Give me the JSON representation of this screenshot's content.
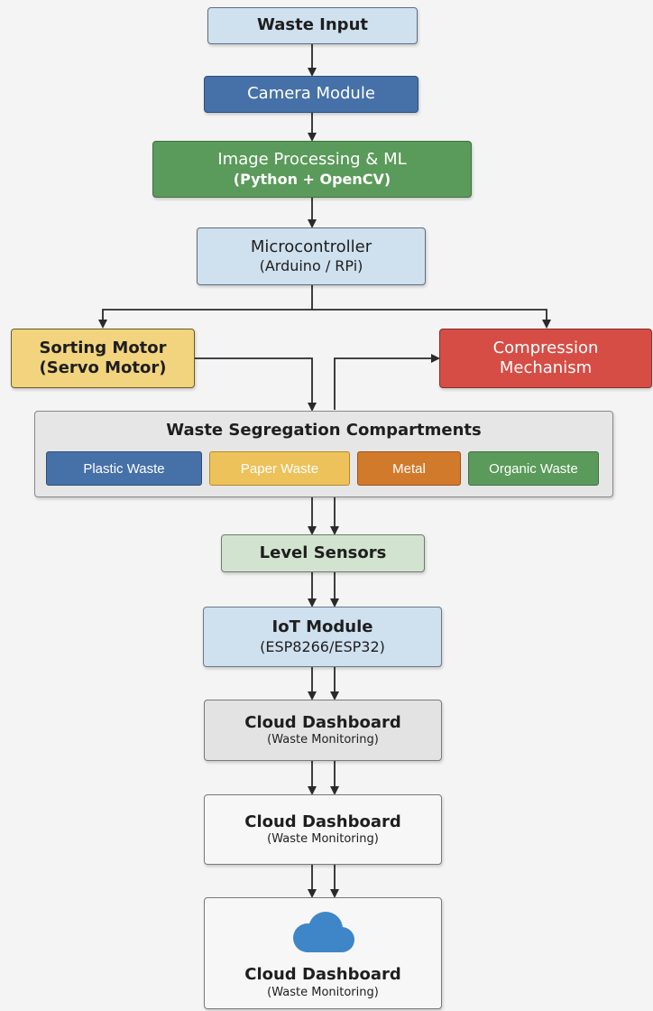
{
  "nodes": {
    "waste_input": {
      "title": "Waste Input"
    },
    "camera_module": {
      "title": "Camera Module"
    },
    "image_processing": {
      "title": "Image Processing & ML",
      "subtitle": "(Python + OpenCV)"
    },
    "microcontroller": {
      "title": "Microcontroller",
      "subtitle": "(Arduino / RPi)"
    },
    "sorting_motor": {
      "title": "Sorting Motor",
      "subtitle": "(Servo Motor)"
    },
    "compression": {
      "title": "Compression",
      "subtitle": "Mechanism"
    },
    "segregation": {
      "title": "Waste Segregation Compartments",
      "compartments": [
        "Plastic Waste",
        "Paper Waste",
        "Metal",
        "Organic Waste"
      ]
    },
    "level_sensors": {
      "title": "Level Sensors"
    },
    "iot_module": {
      "title": "IoT Module",
      "subtitle": "(ESP8266/ESP32)"
    },
    "cloud_dashboard_1": {
      "title": "Cloud Dashboard",
      "subtitle": "(Waste Monitoring)"
    },
    "cloud_dashboard_2": {
      "title": "Cloud Dashboard",
      "subtitle": "(Waste Monitoring)"
    },
    "cloud_dashboard_3": {
      "title": "Cloud Dashboard",
      "subtitle": "(Waste Monitoring)",
      "icon": "cloud-icon"
    }
  },
  "colors": {
    "light_blue": "#cfe0ef",
    "dark_blue": "#4671a8",
    "green": "#5a9a5a",
    "yellow": "#f2d47f",
    "red": "#d64d45",
    "orange": "#d27a2c",
    "cloud_blue": "#3f86c8",
    "connector": "#2a2a2a"
  }
}
